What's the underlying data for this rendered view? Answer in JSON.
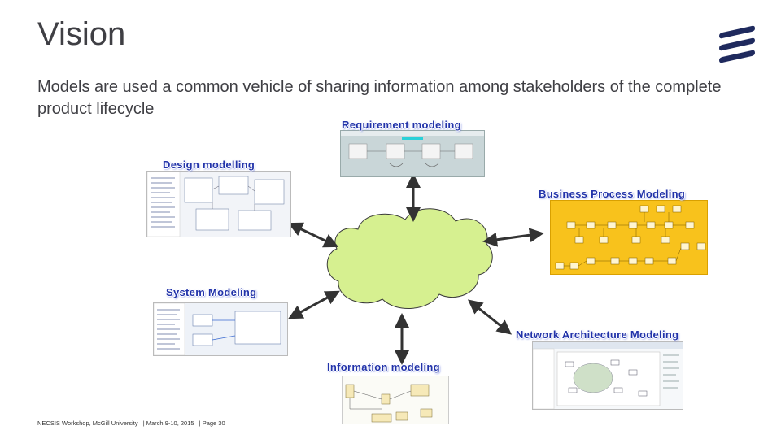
{
  "slide": {
    "title": "Vision",
    "subtitle": "Models are used a common vehicle of sharing information among stakeholders of the complete product lifecycle",
    "logo_icon": "ericsson-logo-icon",
    "accent_color": "#1f2a5e"
  },
  "models": {
    "requirement": "Requirement modeling",
    "design": "Design modelling",
    "business": "Business Process Modeling",
    "system": "System Modeling",
    "network": "Network Architecture Modeling",
    "information": "Information modeling"
  },
  "cloud": {
    "color": "#d6f090",
    "stroke": "#3a3a3a"
  },
  "footer": {
    "event": "NECSIS Workshop, McGill University",
    "date": "| March 9-10, 2015",
    "page": "| Page 30"
  }
}
